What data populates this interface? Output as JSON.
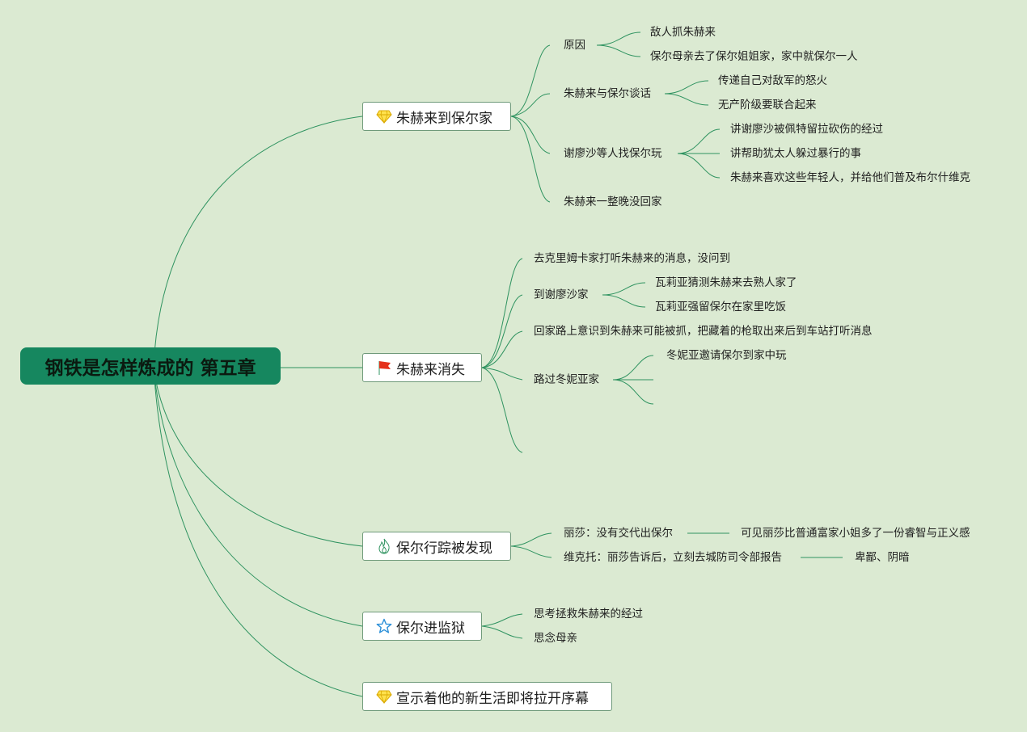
{
  "root": {
    "title": "钢铁是怎样炼成的 第五章"
  },
  "main": [
    {
      "label": "朱赫来到保尔家",
      "icon": "diamond-icon"
    },
    {
      "label": "朱赫来消失",
      "icon": "red-flag-icon"
    },
    {
      "label": "保尔行踪被发现",
      "icon": "fire-icon"
    },
    {
      "label": "保尔进监狱",
      "icon": "star-icon"
    },
    {
      "label": "宣示着他的新生活即将拉开序幕",
      "icon": "diamond-icon"
    }
  ],
  "b1": {
    "reason": "原因",
    "reason_items": [
      "敌人抓朱赫来",
      "保尔母亲去了保尔姐姐家，家中就保尔一人"
    ],
    "talk": "朱赫来与保尔谈话",
    "talk_items": [
      "传递自己对敌军的怒火",
      "无产阶级要联合起来"
    ],
    "play": "谢廖沙等人找保尔玩",
    "play_items": [
      "讲谢廖沙被佩特留拉砍伤的经过",
      "讲帮助犹太人躲过暴行的事",
      "朱赫来喜欢这些年轻人，并给他们普及布尔什维克"
    ],
    "night": "朱赫来一整晚没回家"
  },
  "b2": {
    "ask": "去克里姆卡家打听朱赫来的消息，没问到",
    "sergey": "到谢廖沙家",
    "sergey_items": [
      "瓦莉亚猜测朱赫来去熟人家了",
      "瓦莉亚强留保尔在家里吃饭"
    ],
    "home": "回家路上意识到朱赫来可能被抓，把藏着的枪取出来后到车站打听消息",
    "tonya": "路过冬妮亚家",
    "tonya_items": [
      "冬妮亚邀请保尔到家中玩"
    ]
  },
  "b3": {
    "lisa": "丽莎：没有交代出保尔",
    "lisa_note": "可见丽莎比普通富家小姐多了一份睿智与正义感",
    "victor": "维克托：丽莎告诉后，立刻去城防司令部报告",
    "victor_note": "卑鄙、阴暗"
  },
  "b4": {
    "items": [
      "思考拯救朱赫来的经过",
      "思念母亲"
    ]
  }
}
